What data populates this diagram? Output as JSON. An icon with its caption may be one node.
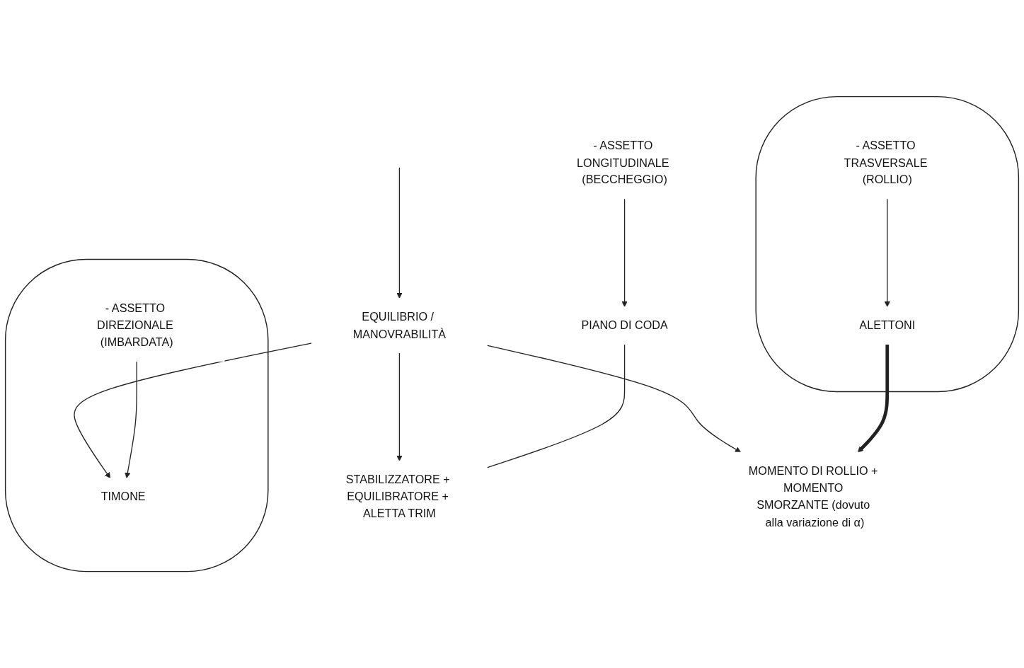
{
  "diagram": {
    "nodes": [
      {
        "text": [
          "- ASSETTO LONGITUDINALE (BECCHEGGIO)"
        ]
      },
      {
        "text": [
          "PIANO DI CODA"
        ]
      },
      {
        "text": [
          "STABILIZZATORE + EQUILIBRATORE + ALETTA TRIM"
        ]
      },
      {
        "text": [],
        "shape": "ellipse"
      },
      {
        "text": [
          "- ASSETTO TRASVERSALE (ROLLIO)"
        ],
        "in": 3
      },
      {
        "text": [
          "ALETTONI"
        ],
        "in": 3
      },
      {
        "text": [
          "MOMENTO DI ROLLIO + MOMENTO SMORZANTE (dovuto alla variazione di α)"
        ]
      },
      {
        "text": [],
        "shape": "ellipse"
      },
      {
        "text": [
          "- ASSETTO DIREZIONALE (IMBARDATA)"
        ],
        "in": 7
      },
      {
        "text": [
          "TIMONE"
        ],
        "in": 7
      },
      {
        "text": [
          "EQUILIBRIO / MANOVRABILITÀ"
        ]
      }
    ],
    "edges": [
      {
        "from": 0,
        "to": 1,
        "arrow": "to"
      },
      {
        "from": 1,
        "to": 2,
        "arrow": "none"
      },
      {
        "from": 4,
        "to": 5,
        "arrow": "to"
      },
      {
        "from": 5,
        "to": 6,
        "arrow": "to",
        "style": "thick"
      },
      {
        "from": 8,
        "to": 9,
        "arrow": "to"
      },
      {
        "from": null,
        "to": 10,
        "arrow": "to"
      },
      {
        "from": 10,
        "to": 2,
        "arrow": "to"
      },
      {
        "from": 10,
        "to": 6,
        "arrow": "to"
      },
      {
        "from": 10,
        "to": 9,
        "arrow": "to"
      }
    ]
  }
}
